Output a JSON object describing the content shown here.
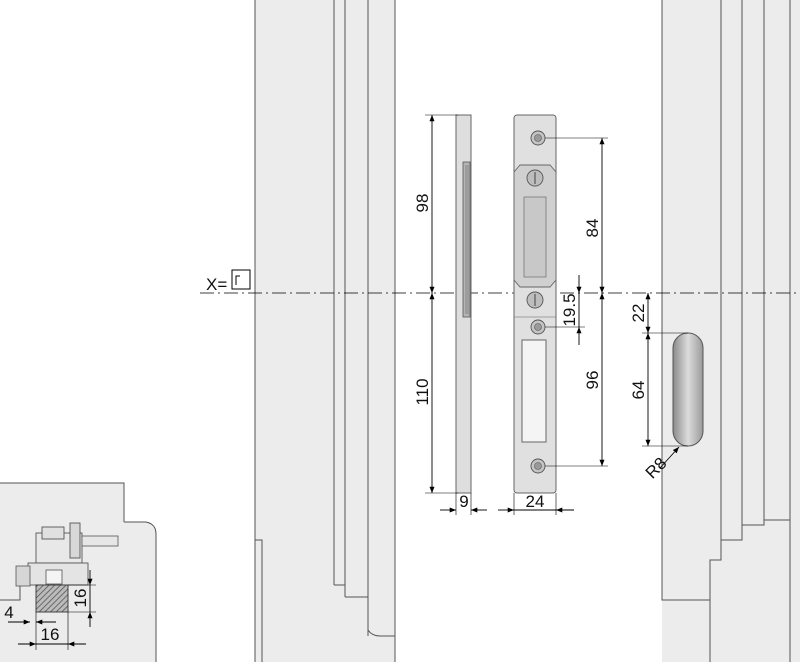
{
  "axis_label": "X=",
  "dimensions": {
    "d98": "98",
    "d110": "110",
    "d9": "9",
    "d24": "24",
    "d84": "84",
    "d19_5": "19.5",
    "d96": "96",
    "d22": "22",
    "d64": "64",
    "dR8": "R8",
    "d4": "4",
    "d16a": "16",
    "d16b": "16"
  }
}
